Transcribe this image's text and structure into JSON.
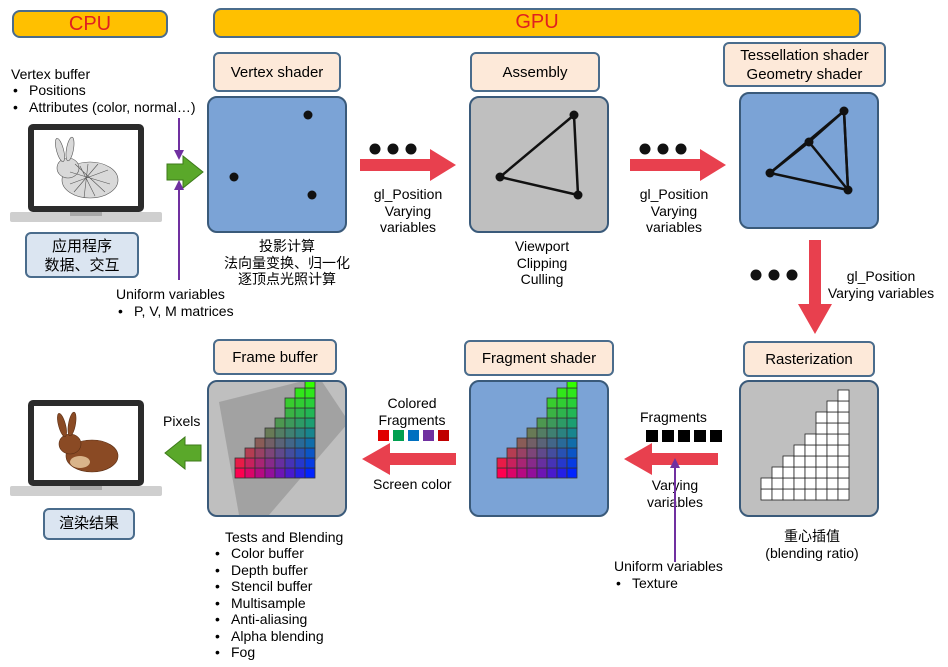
{
  "banners": {
    "cpu": "CPU",
    "gpu": "GPU"
  },
  "cpu": {
    "vertex_buffer_title": "Vertex buffer",
    "vertex_buffer_items": [
      "Positions",
      "Attributes (color, normal…)"
    ],
    "app_label_line1": "应用程序",
    "app_label_line2": "数据、交互",
    "uniform_title": "Uniform variables",
    "uniform_items": [
      "P, V, M matrices"
    ],
    "pixels_label": "Pixels",
    "result_label": "渲染结果"
  },
  "stages": {
    "vertex_shader": "Vertex shader",
    "assembly": "Assembly",
    "tess_line1": "Tessellation shader",
    "tess_line2": "Geometry shader",
    "rasterization": "Rasterization",
    "fragment_shader": "Fragment shader",
    "frame_buffer": "Frame buffer"
  },
  "notes": {
    "vertex_cn": [
      "投影计算",
      "法向量变换、归一化",
      "逐顶点光照计算"
    ],
    "assembly": [
      "Viewport",
      "Clipping",
      "Culling"
    ],
    "arrow1": [
      "gl_Position",
      "Varying",
      "variables"
    ],
    "arrow2": [
      "gl_Position",
      "Varying",
      "variables"
    ],
    "arrow3": [
      "gl_Position",
      "Varying variables"
    ],
    "raster_line1": "重心插值",
    "raster_line2": "(blending ratio)",
    "fragments_label": "Fragments",
    "varying_label": [
      "Varying",
      "variables"
    ],
    "uniform2_title": "Uniform variables",
    "uniform2_items": [
      "Texture"
    ],
    "colored_fragments": [
      "Colored",
      "Fragments"
    ],
    "screen_color": "Screen color",
    "tests_title": "Tests and Blending",
    "tests_items": [
      "Color buffer",
      "Depth buffer",
      "Stencil buffer",
      "Multisample",
      "Anti-aliasing",
      "Alpha blending",
      "Fog"
    ]
  },
  "colors": {
    "banner": "#ffc000",
    "banner_text": "#e02020",
    "arrow_red": "#e8404e",
    "arrow_green": "#5aa82a",
    "purple": "#7030a0",
    "stage_blue": "#7ba3d6",
    "stage_gray": "#bfbfbf",
    "fragment_swatches": [
      "#e00000",
      "#00a050",
      "#0070c0",
      "#7030a0",
      "#c00000"
    ]
  }
}
